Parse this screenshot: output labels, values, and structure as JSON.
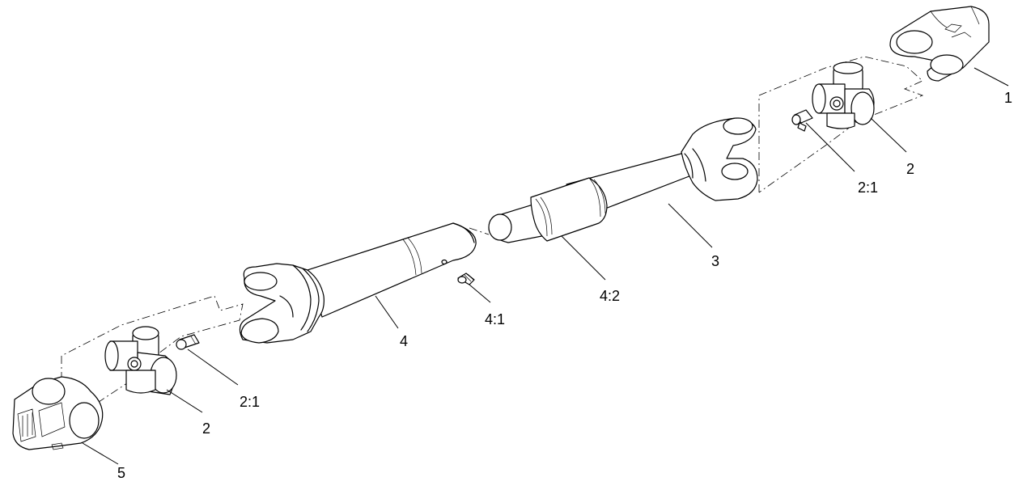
{
  "callouts": {
    "yoke_right": "1",
    "cross_right": "2",
    "fitting_right": "2:1",
    "shaft_inner": "3",
    "shaft_outer": "4",
    "fitting_tube": "4:1",
    "sleeve": "4:2",
    "cross_left": "2",
    "fitting_left": "2:1",
    "yoke_left": "5"
  }
}
